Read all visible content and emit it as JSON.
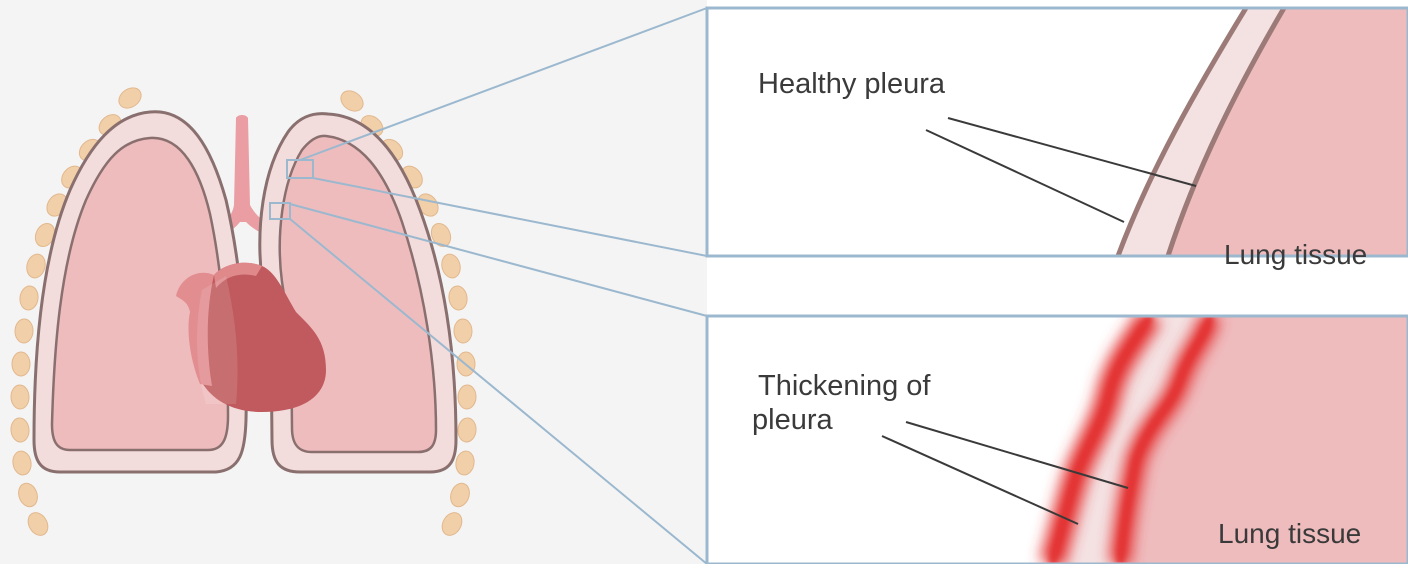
{
  "labels": {
    "healthy_pleura": "Healthy pleura",
    "lung_tissue_top": "Lung tissue",
    "thickening_line1": "Thickening of",
    "thickening_line2": "pleura",
    "lung_tissue_bottom": "Lung tissue"
  },
  "colors": {
    "background_left": "#f4f4f4",
    "lung_fill": "#efbcbe",
    "lung_outer": "#f3dcdc",
    "lung_outline": "#8a6f6f",
    "heart": "#c05a5e",
    "heart_light": "#e28e90",
    "trachea": "#ea9ea3",
    "rib_node": "#f1cfa8",
    "connector": "#9bb8cf",
    "inflammation": "#e53b3b",
    "pleura_healthy": "#f4e2e3",
    "pleura_outline": "#9c7a77"
  }
}
